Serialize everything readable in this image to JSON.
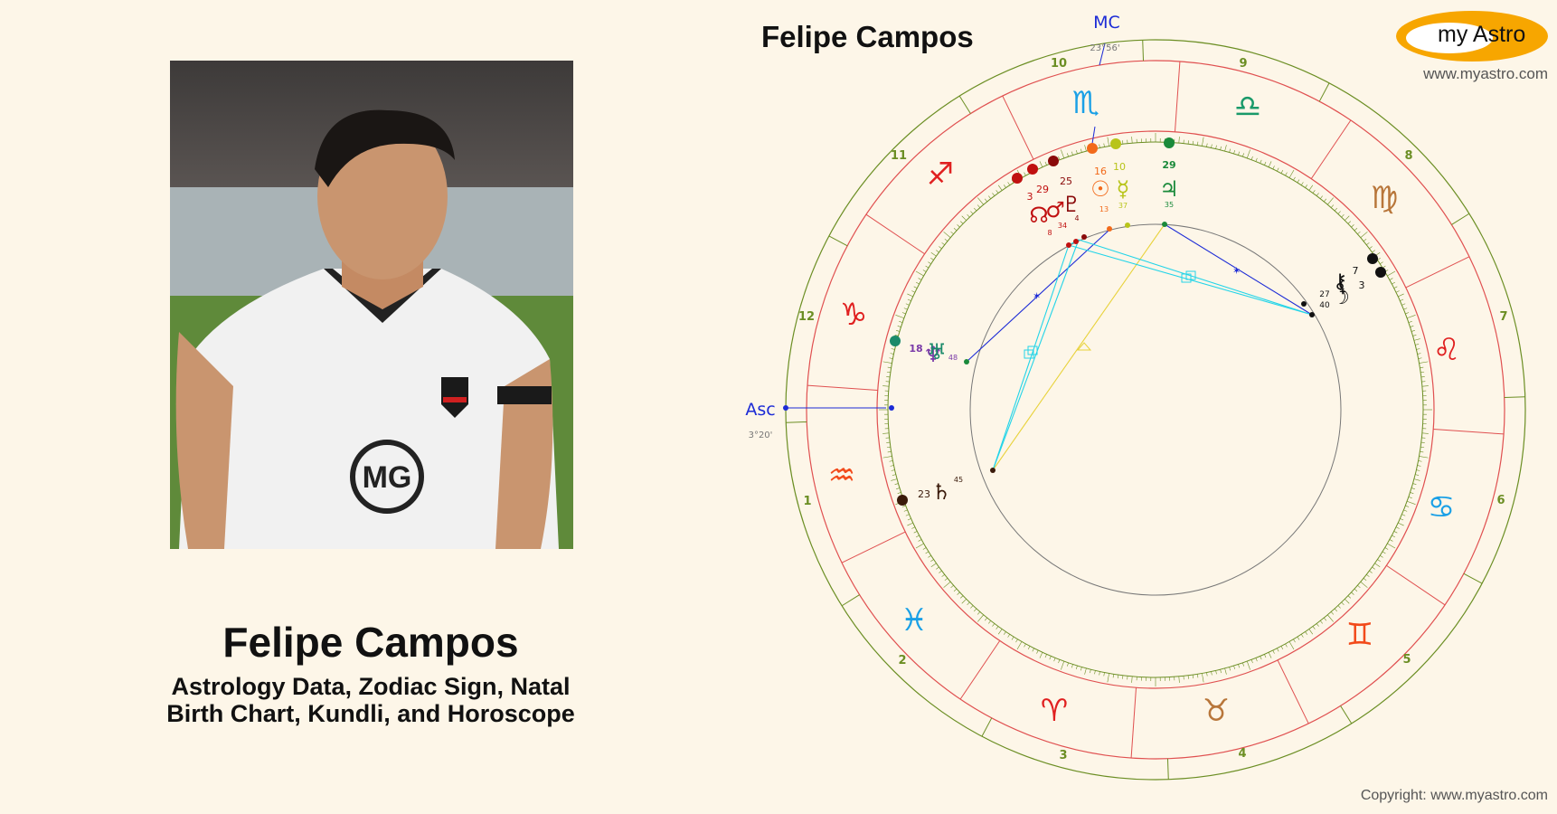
{
  "header": {
    "chart_title": "Felipe Campos",
    "logo_text": "my Astro",
    "site_url": "www.myastro.com"
  },
  "profile": {
    "name": "Felipe Campos",
    "subtitle_line1": "Astrology Data, Zodiac Sign, Natal",
    "subtitle_line2": "Birth Chart, Kundli, and Horoscope",
    "photo_icon": "football-player-portrait"
  },
  "footer": {
    "copyright": "Copyright: www.myastro.com"
  },
  "colors": {
    "background": "#fdf6e8",
    "outer_ring": "#6b8e23",
    "zodiac_ring": "#e05050",
    "axis_blue": "#1c2bd6",
    "logo_orange": "#f7a600"
  },
  "chart": {
    "angles": {
      "mc_label": "MC",
      "mc_degree": "23°56'",
      "asc_label": "Asc",
      "asc_degree": "3°20'"
    },
    "house_numbers": [
      "1",
      "2",
      "3",
      "4",
      "5",
      "6",
      "7",
      "8",
      "9",
      "10",
      "11",
      "12"
    ],
    "signs": [
      {
        "name": "aries-icon",
        "glyph": "♈",
        "color": "#e02020"
      },
      {
        "name": "taurus-icon",
        "glyph": "♉",
        "color": "#b8763a"
      },
      {
        "name": "gemini-icon",
        "glyph": "♊",
        "color": "#f24a1a"
      },
      {
        "name": "cancer-icon",
        "glyph": "♋",
        "color": "#1aa0e6"
      },
      {
        "name": "leo-icon",
        "glyph": "♌",
        "color": "#e02020"
      },
      {
        "name": "virgo-icon",
        "glyph": "♍",
        "color": "#b8763a"
      },
      {
        "name": "libra-icon",
        "glyph": "♎",
        "color": "#1a9a6a"
      },
      {
        "name": "scorpio-icon",
        "glyph": "♏",
        "color": "#1aa0e6"
      },
      {
        "name": "sagittarius-icon",
        "glyph": "♐",
        "color": "#e02020"
      },
      {
        "name": "capricorn-icon",
        "glyph": "♑",
        "color": "#e02020"
      },
      {
        "name": "aquarius-icon",
        "glyph": "♒",
        "color": "#f24a1a"
      },
      {
        "name": "pisces-icon",
        "glyph": "♓",
        "color": "#1aa0e6"
      }
    ],
    "planets": [
      {
        "name": "sun-icon",
        "glyph": "☉",
        "degree": "16",
        "minutes": "13",
        "color": "#f26a1a"
      },
      {
        "name": "mercury-icon",
        "glyph": "☿",
        "degree": "10",
        "minutes": "37",
        "color": "#b8c41a"
      },
      {
        "name": "jupiter-icon",
        "glyph": "♃",
        "degree": "29",
        "minutes": "35",
        "color": "#1a8a3a"
      },
      {
        "name": "pluto-icon",
        "glyph": "♇",
        "degree": "25",
        "minutes": "4",
        "color": "#8a0a0a"
      },
      {
        "name": "mars-icon",
        "glyph": "♂",
        "degree": "29",
        "minutes": "34",
        "color": "#c01010"
      },
      {
        "name": "north-node-icon",
        "glyph": "☊",
        "degree": "3",
        "minutes": "8",
        "color": "#c01010"
      },
      {
        "name": "chiron-icon",
        "glyph": "⚷",
        "degree": "7",
        "minutes": "",
        "color": "#111111"
      },
      {
        "name": "moon-icon",
        "glyph": "☽",
        "degree": "27",
        "minutes": "40",
        "color": "#111111"
      },
      {
        "name": "lilith-icon",
        "glyph": "⚸",
        "degree": "3",
        "minutes": "",
        "color": "#111111"
      },
      {
        "name": "neptune-icon",
        "glyph": "♆",
        "degree": "18",
        "minutes": "48",
        "color": "#7a3aa8"
      },
      {
        "name": "uranus-icon",
        "glyph": "♅",
        "degree": "",
        "minutes": "",
        "color": "#1a8a6a"
      },
      {
        "name": "saturn-icon",
        "glyph": "♄",
        "degree": "23",
        "minutes": "45",
        "color": "#3a1a0a"
      }
    ]
  }
}
